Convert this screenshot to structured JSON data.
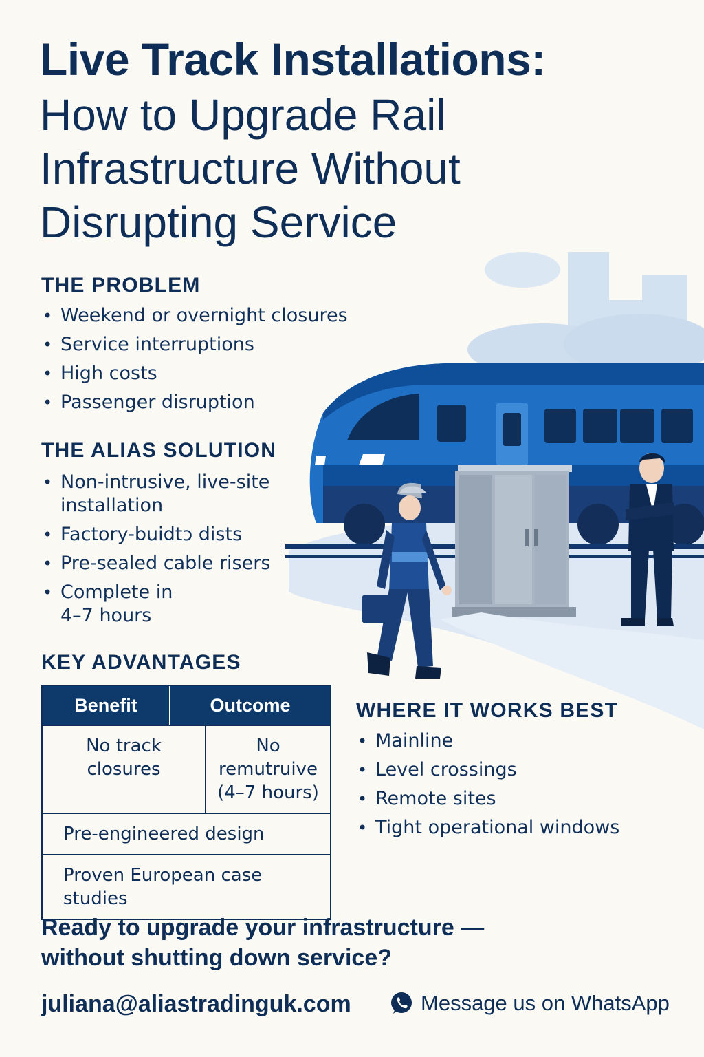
{
  "header": {
    "title_line1": "Live Track Installations:",
    "title_line2": "How to Upgrade Rail Infrastructure Without Disrupting Service"
  },
  "problem": {
    "heading": "THE PROBLEM",
    "items": [
      "Weekend or overnight closures",
      "Service interruptions",
      "High costs",
      "Passenger disruption"
    ]
  },
  "solution": {
    "heading": "THE ALIAS SOLUTION",
    "items": [
      "Non-intrusive, live-site installation",
      "Factory-buidtↄ dists",
      "Pre-sealed cable risers",
      "Complete in 4–7 hours"
    ]
  },
  "advantages": {
    "heading": "KEY ADVANTAGES",
    "col_benefit": "Benefit",
    "col_outcome": "Outcome",
    "row1_benefit": "No track closures",
    "row1_outcome": "No remutruive (4–7 hours)",
    "row2": "Pre-engineered design",
    "row3": "Proven European case studies"
  },
  "where": {
    "heading": "WHERE IT WORKS BEST",
    "items": [
      "Mainline",
      "Level crossings",
      "Remote sites",
      "Tight operational windows"
    ]
  },
  "cta": {
    "text": "Ready to upgrade your infrastructure — without shutting down service?",
    "email": "juliana@aliastradinguk.com",
    "whatsapp_label": "Message us on WhatsApp",
    "whatsapp_icon": "whatsapp-icon"
  },
  "colors": {
    "navy": "#0e2e57",
    "train_blue": "#1f6fc4",
    "light_blue": "#7fb0e0",
    "pale_blue": "#dde9f5",
    "background": "#fbf9f4"
  }
}
